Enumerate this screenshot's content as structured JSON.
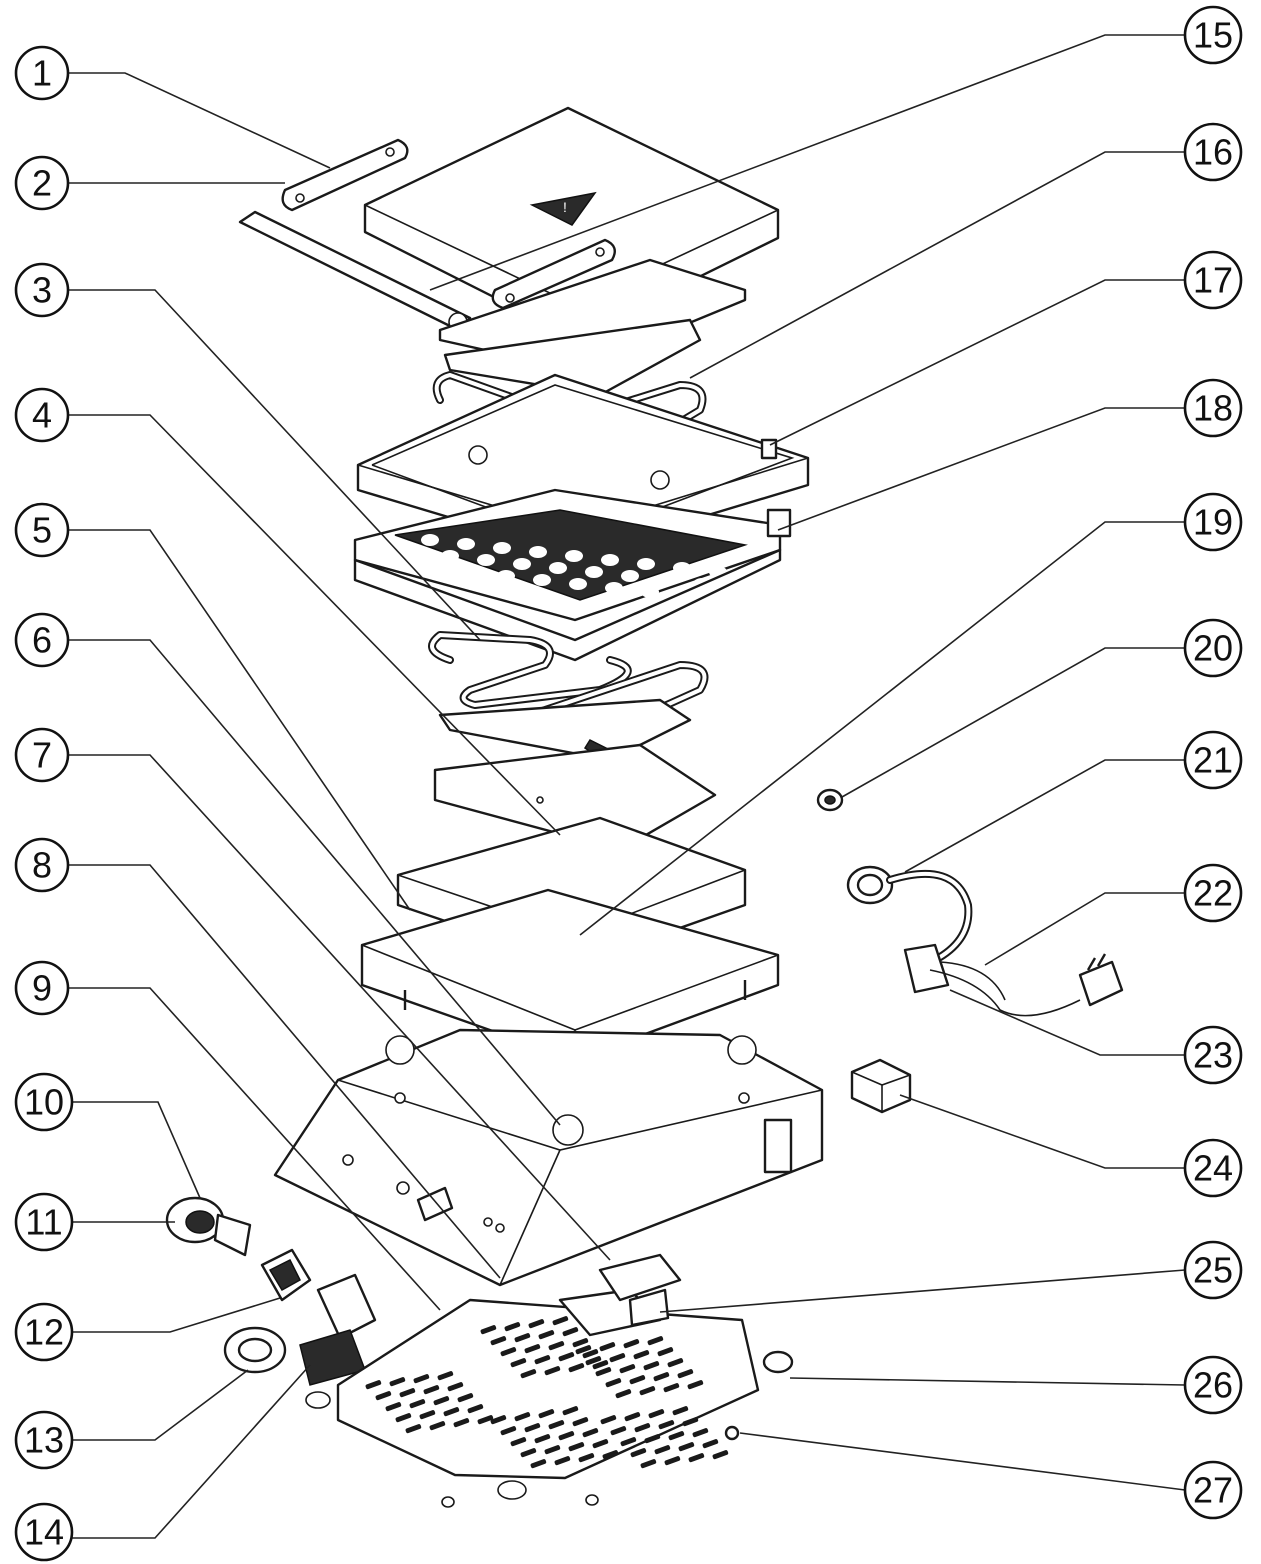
{
  "callouts": {
    "c1": "1",
    "c2": "2",
    "c3": "3",
    "c4": "4",
    "c5": "5",
    "c6": "6",
    "c7": "7",
    "c8": "8",
    "c9": "9",
    "c10": "10",
    "c11": "11",
    "c12": "12",
    "c13": "13",
    "c14": "14",
    "c15": "15",
    "c16": "16",
    "c17": "17",
    "c18": "18",
    "c19": "19",
    "c20": "20",
    "c21": "21",
    "c22": "22",
    "c23": "23",
    "c24": "24",
    "c25": "25",
    "c26": "26",
    "c27": "27"
  },
  "warning_icon": "warning-triangle-icon",
  "line_color": "#1a1a1a"
}
